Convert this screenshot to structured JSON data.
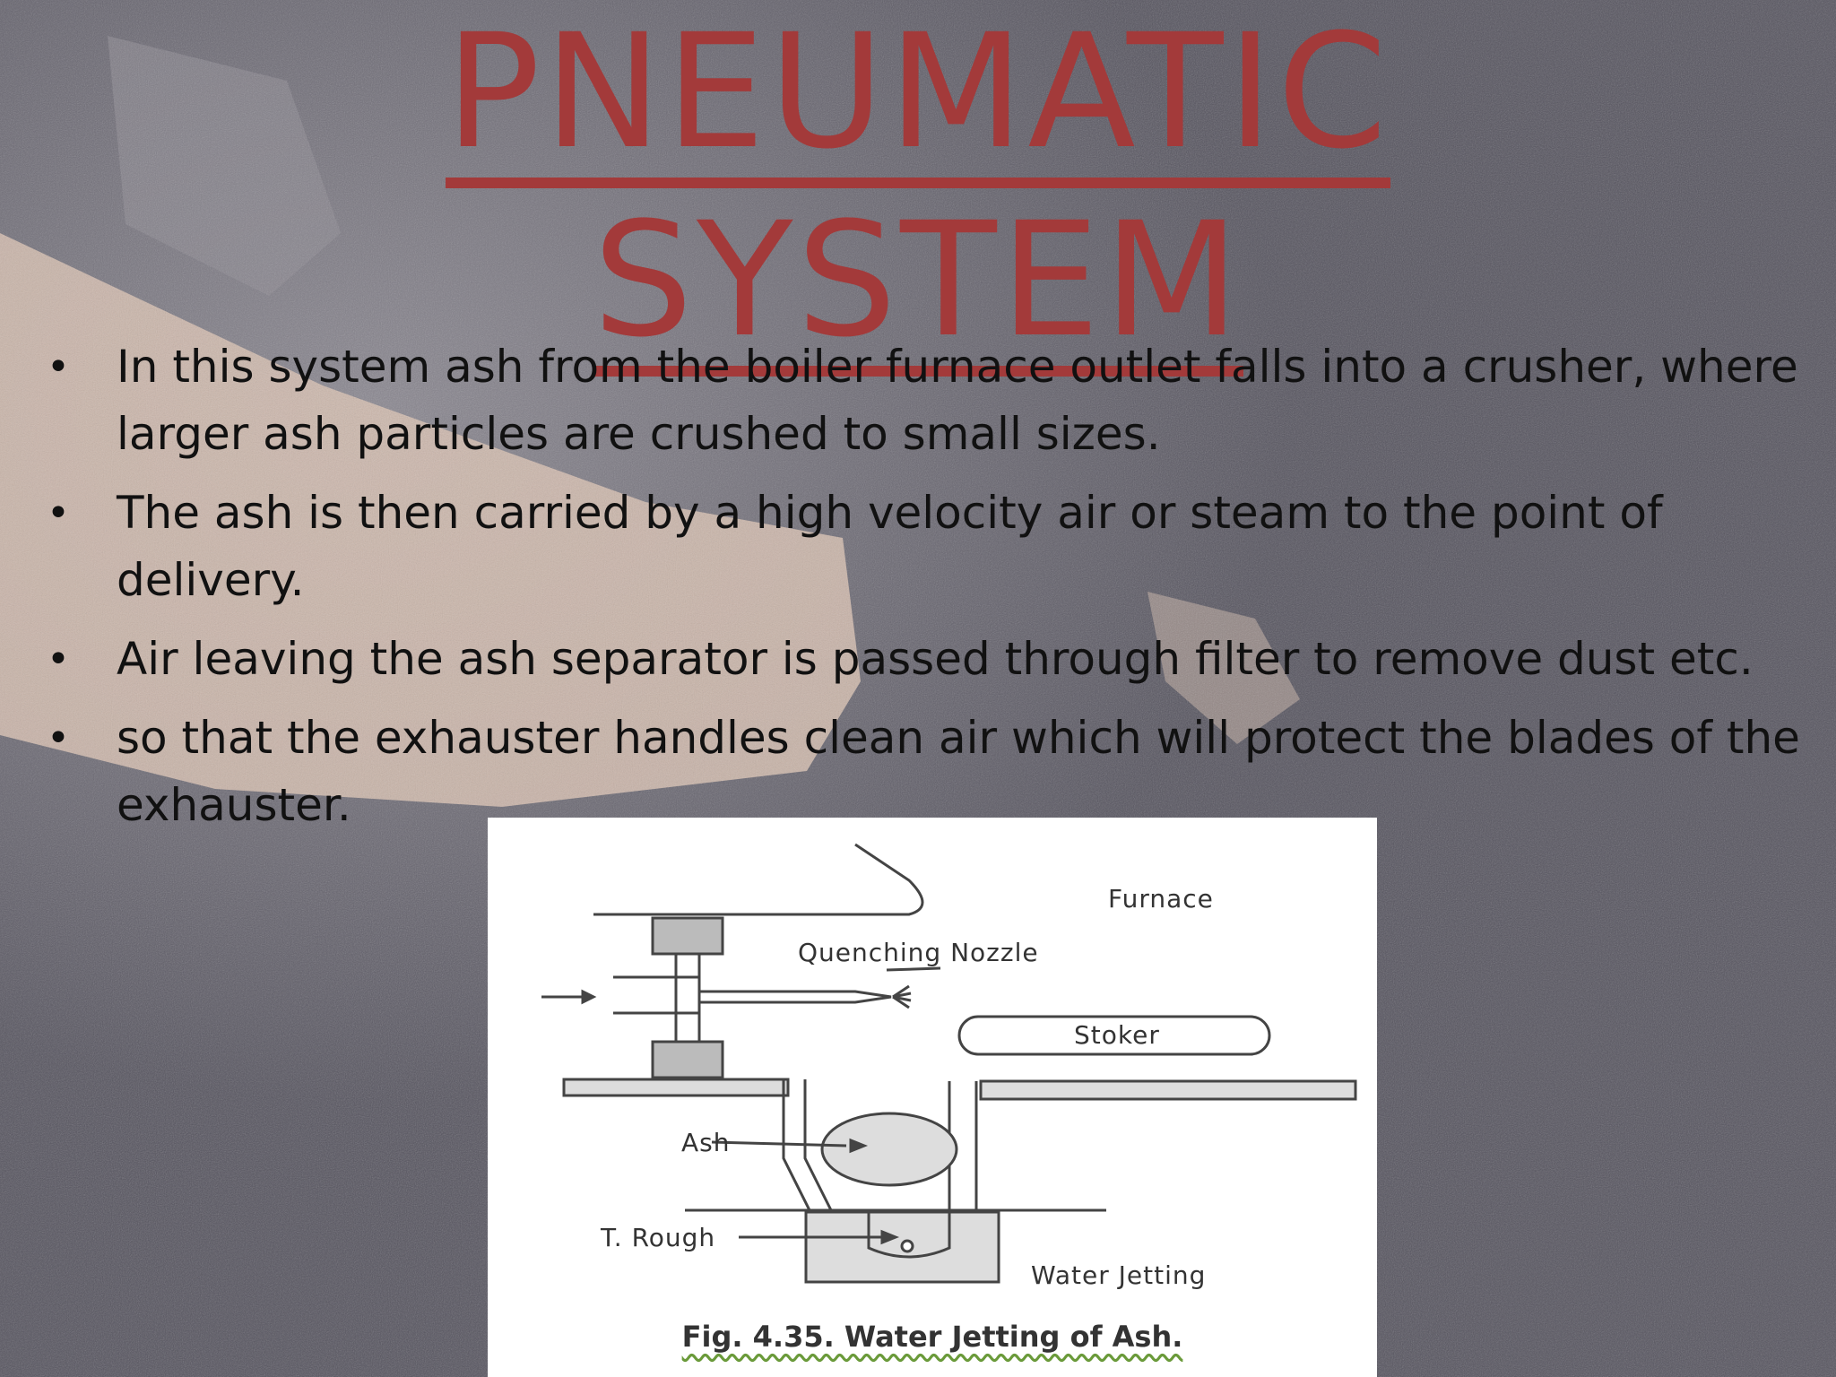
{
  "slide": {
    "title_line1": "PNEUMATIC",
    "title_line2": "SYSTEM",
    "title_color": "#a33a3a",
    "bullets": [
      "In this system  ash from the boiler furnace outlet falls into a crusher, where larger ash particles are crushed to small sizes.",
      "The ash is then carried by a high velocity air or steam to the point of delivery.",
      "Air leaving the ash separator is passed through filter to remove dust etc.",
      "so that the exhauster handles clean air which will protect the blades of the exhauster."
    ]
  },
  "figure": {
    "labels": {
      "furnace": "Furnace",
      "quenching_nozzle": "Quenching Nozzle",
      "stoker": "Stoker",
      "ash": "Ash",
      "trough": "T. Rough",
      "water_jetting": "Water Jetting"
    },
    "caption": "Fig. 4.35. Water Jetting of Ash."
  }
}
